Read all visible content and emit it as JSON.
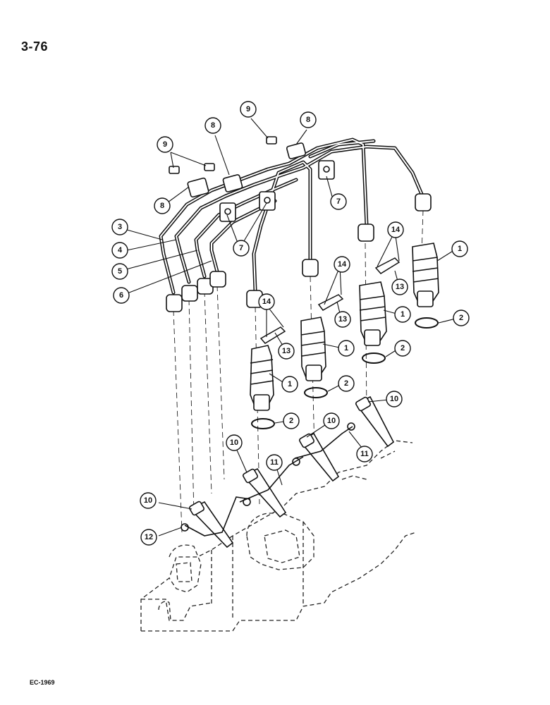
{
  "page": {
    "number": "3-76",
    "doc_code": "EC-1969"
  },
  "callouts": [
    {
      "id": "c9a",
      "label": "9"
    },
    {
      "id": "c9b",
      "label": "9"
    },
    {
      "id": "c8a",
      "label": "8"
    },
    {
      "id": "c8b",
      "label": "8"
    },
    {
      "id": "c8c",
      "label": "8"
    },
    {
      "id": "c7a",
      "label": "7"
    },
    {
      "id": "c7b",
      "label": "7"
    },
    {
      "id": "c3",
      "label": "3"
    },
    {
      "id": "c4",
      "label": "4"
    },
    {
      "id": "c5",
      "label": "5"
    },
    {
      "id": "c6",
      "label": "6"
    },
    {
      "id": "c1a",
      "label": "1"
    },
    {
      "id": "c1b",
      "label": "1"
    },
    {
      "id": "c1c",
      "label": "1"
    },
    {
      "id": "c1d",
      "label": "1"
    },
    {
      "id": "c2a",
      "label": "2"
    },
    {
      "id": "c2b",
      "label": "2"
    },
    {
      "id": "c2c",
      "label": "2"
    },
    {
      "id": "c2d",
      "label": "2"
    },
    {
      "id": "c14a",
      "label": "14"
    },
    {
      "id": "c14b",
      "label": "14"
    },
    {
      "id": "c14c",
      "label": "14"
    },
    {
      "id": "c13a",
      "label": "13"
    },
    {
      "id": "c13b",
      "label": "13"
    },
    {
      "id": "c13c",
      "label": "13"
    },
    {
      "id": "c10a",
      "label": "10"
    },
    {
      "id": "c10b",
      "label": "10"
    },
    {
      "id": "c10c",
      "label": "10"
    },
    {
      "id": "c10d",
      "label": "10"
    },
    {
      "id": "c11a",
      "label": "11"
    },
    {
      "id": "c11b",
      "label": "11"
    },
    {
      "id": "c12",
      "label": "12"
    }
  ]
}
